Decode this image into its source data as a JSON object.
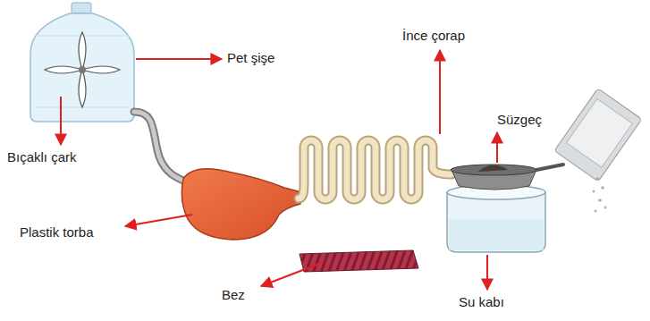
{
  "diagram": {
    "labels": [
      "Pet şişe",
      "İnce çorap",
      "Süzgeç",
      "Bıçaklı çark",
      "Plastik torba",
      "Bez",
      "Su kabı"
    ]
  }
}
